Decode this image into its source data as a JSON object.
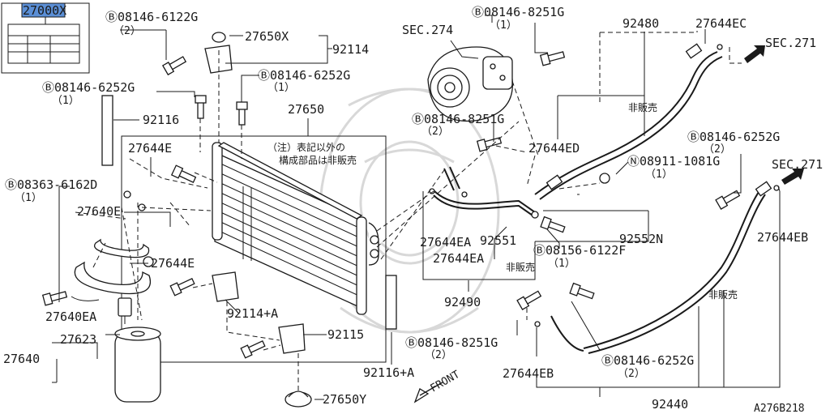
{
  "labels": {
    "legend_part": "27000X",
    "l_08146_6122G": "Ⓑ08146-6122G",
    "l_08146_6122G_q": "（2）",
    "l_27650X": "27650X",
    "l_92114": "92114",
    "l_08146_6252G_top": "Ⓑ08146-6252G",
    "l_08146_6252G_top_q": "（1）",
    "l_08146_6252G_left": "Ⓑ08146-6252G",
    "l_08146_6252G_left_q": "（1）",
    "l_92116": "92116",
    "l_27650": "27650",
    "l_note1": "（注）表記以外の",
    "l_note2": "構成部品は非販売",
    "l_27644E_top": "27644E",
    "l_08363_6162D": "Ⓑ08363-6162D",
    "l_08363_6162D_q": "（1）",
    "l_27640E": "27640E",
    "l_27644E_mid": "27644E",
    "l_27640EA": "27640EA",
    "l_27623": "27623",
    "l_27640": "27640",
    "l_92114A": "92114+A",
    "l_92115": "92115",
    "l_27650Y": "27650Y",
    "l_92116A": "92116+A",
    "l_SEC274": "SEC.274",
    "l_08146_8251G_top": "Ⓑ08146-8251G",
    "l_08146_8251G_top_q": "（1）",
    "l_08146_8251G_mid": "Ⓑ08146-8251G",
    "l_08146_8251G_mid_q": "（2）",
    "l_92480": "92480",
    "l_27644EC": "27644EC",
    "l_SEC271_top": "SEC.271",
    "l_hihanbai_1": "非販売",
    "l_27644ED": "27644ED",
    "l_08146_6252G_right": "Ⓑ08146-6252G",
    "l_08146_6252G_right_q": "（2）",
    "l_08911_1081G": "Ⓝ08911-1081G",
    "l_08911_1081G_q": "（1）",
    "l_SEC271_right": "SEC.271",
    "l_27644EA_1": "27644EA",
    "l_92551": "92551",
    "l_27644EA_2": "27644EA",
    "l_08156_6122F": "Ⓑ08156-6122F",
    "l_08156_6122F_q": "（1）",
    "l_92552N": "92552N",
    "l_27644EB_right": "27644EB",
    "l_hihanbai_2": "非販売",
    "l_92490": "92490",
    "l_hihanbai_3": "非販売",
    "l_08146_8251G_bot": "Ⓑ08146-8251G",
    "l_08146_8251G_bot_q": "（2）",
    "l_08146_6252G_bot": "Ⓑ08146-6252G",
    "l_08146_6252G_bot_q": "（2）",
    "l_27644EB_bot": "27644EB",
    "l_FRONT": "FRONT",
    "l_92440": "92440",
    "l_code": "A276B218"
  }
}
